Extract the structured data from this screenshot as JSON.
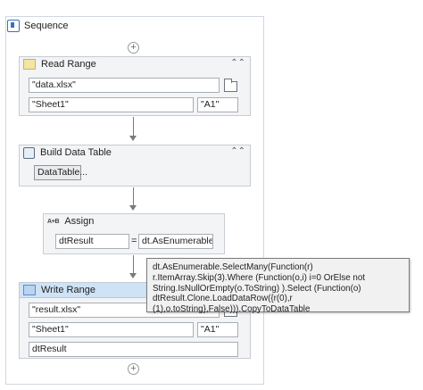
{
  "sequence": {
    "title": "Sequence"
  },
  "read_range": {
    "title": "Read Range",
    "file_path": "\"data.xlsx\"",
    "sheet": "\"Sheet1\"",
    "range": "\"A1\""
  },
  "build_data_table": {
    "title": "Build Data Table",
    "button_label": "DataTable..."
  },
  "assign": {
    "title": "Assign",
    "icon_text": "A+B",
    "to": "dtResult",
    "equals": "=",
    "value": "dt.AsEnumerable.S"
  },
  "write_range": {
    "title": "Write Range",
    "file_path": "\"result.xlsx\"",
    "sheet": "\"Sheet1\"",
    "range": "\"A1\"",
    "datatable": "dtResult"
  },
  "tooltip": {
    "text": "dt.AsEnumerable.SelectMany(Function(r) r.ItemArray.Skip(3).Where (Function(o,i) i=0 OrElse not String.IsNullOrEmpty(o.ToString) ).Select (Function(o) dtResult.Clone.LoadDataRow({r(0),r (1),o.toString},False))).CopyToDataTable"
  },
  "icons": {
    "plus": "+",
    "collapse": "⌃⌃"
  },
  "colors": {
    "selected_header": "#cfe3f7",
    "activity_bg": "#f3f4f6",
    "border": "#c7ccd3"
  }
}
